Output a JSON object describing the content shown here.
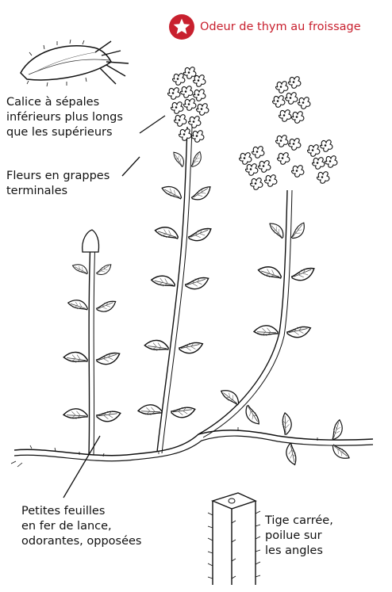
{
  "badge": {
    "text": "Odeur de thym au froissage",
    "color": "#c8202e",
    "icon": "star-circle-icon"
  },
  "labels": {
    "calice": "Calice à sépales\ninférieurs plus longs\nque les supérieurs",
    "fleurs": "Fleurs en grappes\nterminales",
    "feuilles": "Petites feuilles\nen fer de lance,\nodorantes, opposées",
    "tige": "Tige carrée,\npoilue sur\nles angles"
  }
}
